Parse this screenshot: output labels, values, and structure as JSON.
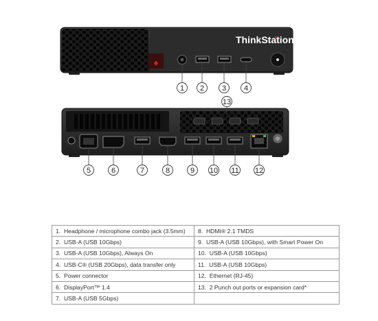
{
  "brand": {
    "logo_text": "ThinkStation",
    "accent": "#e2231a"
  },
  "callouts": [
    "1",
    "2",
    "3",
    "4",
    "5",
    "6",
    "7",
    "8",
    "9",
    "10",
    "11",
    "12",
    "13"
  ],
  "legend": {
    "left": [
      {
        "n": "1.",
        "label": "Headphone / microphone combo jack (3.5mm)"
      },
      {
        "n": "2.",
        "label": "USB-A (USB 10Gbps)"
      },
      {
        "n": "3.",
        "label": "USB-A (USB 10Gbps), Always On"
      },
      {
        "n": "4.",
        "label": "USB-C® (USB 20Gbps), data transfer only"
      },
      {
        "n": "5.",
        "label": "Power connector"
      },
      {
        "n": "6.",
        "label": "DisplayPort™ 1.4"
      },
      {
        "n": "7.",
        "label": "USB-A (USB 5Gbps)"
      }
    ],
    "right": [
      {
        "n": "8.",
        "label": "HDMI® 2.1 TMDS"
      },
      {
        "n": "9.",
        "label": "USB-A (USB 10Gbps), with Smart Power On"
      },
      {
        "n": "10.",
        "label": "USB-A (USB 10Gbps)"
      },
      {
        "n": "11.",
        "label": "USB-A (USB 10Gbps)"
      },
      {
        "n": "12.",
        "label": "Ethernet (RJ-45)"
      },
      {
        "n": "13.",
        "label": "2 Punch out ports or expansion card*"
      }
    ]
  }
}
